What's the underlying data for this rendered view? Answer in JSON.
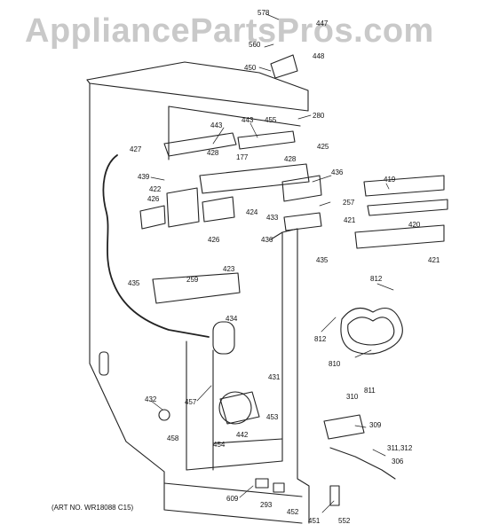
{
  "watermark": "AppliancePartsPros.com",
  "art_number": "(ART NO. WR18088 C15)",
  "part_numbers": [
    "578",
    "447",
    "560",
    "448",
    "450",
    "455",
    "280",
    "443",
    "443",
    "425",
    "427",
    "428",
    "177",
    "428",
    "436",
    "439",
    "422",
    "426",
    "424",
    "433",
    "257",
    "419",
    "426",
    "420",
    "436",
    "421",
    "435",
    "421",
    "435",
    "423",
    "259",
    "812",
    "434",
    "812",
    "810",
    "811",
    "431",
    "432",
    "457",
    "310",
    "309",
    "442",
    "453",
    "458",
    "454",
    "311,312",
    "306",
    "609",
    "293",
    "452",
    "451",
    "552"
  ]
}
